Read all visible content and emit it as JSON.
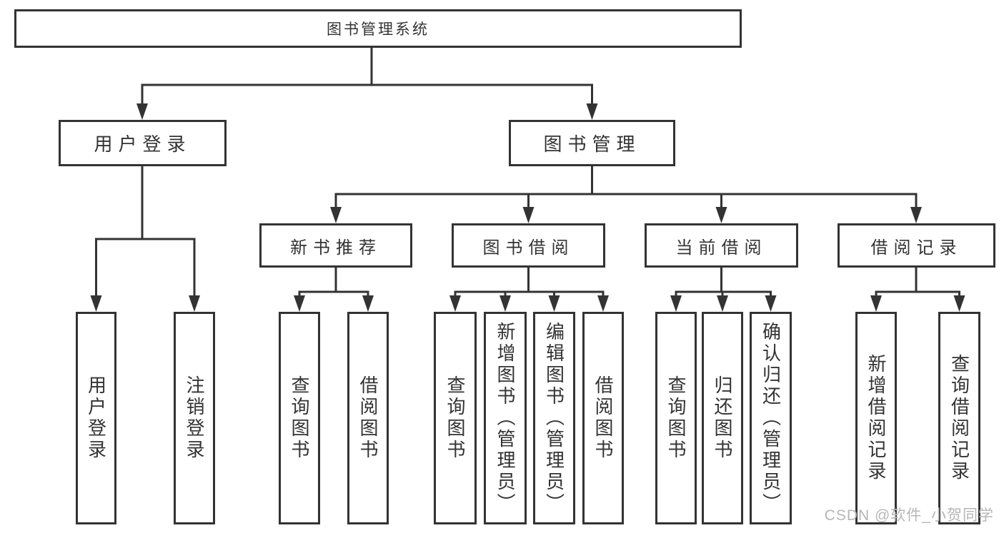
{
  "tree": {
    "label": "图书管理系统",
    "children": [
      {
        "label": "用户登录",
        "children": [
          {
            "label": "用户登录"
          },
          {
            "label": "注销登录"
          }
        ]
      },
      {
        "label": "图书管理",
        "children": [
          {
            "label": "新书推荐",
            "children": [
              {
                "label": "查询图书"
              },
              {
                "label": "借阅图书"
              }
            ]
          },
          {
            "label": "图书借阅",
            "children": [
              {
                "label": "查询图书"
              },
              {
                "label": "新增图书（管理员）"
              },
              {
                "label": "编辑图书（管理员）"
              },
              {
                "label": "借阅图书"
              }
            ]
          },
          {
            "label": "当前借阅",
            "children": [
              {
                "label": "查询图书"
              },
              {
                "label": "归还图书"
              },
              {
                "label": "确认归还（管理员）"
              }
            ]
          },
          {
            "label": "借阅记录",
            "children": [
              {
                "label": "新增借阅记录"
              },
              {
                "label": "查询借阅记录"
              }
            ]
          }
        ]
      }
    ]
  },
  "watermark": {
    "text": "CSDN @软件_小贺同学"
  },
  "colors": {
    "line": "#333333",
    "box_border": "#333333",
    "text": "#333333",
    "background": "#ffffff",
    "watermark": "#b6b6b6"
  }
}
